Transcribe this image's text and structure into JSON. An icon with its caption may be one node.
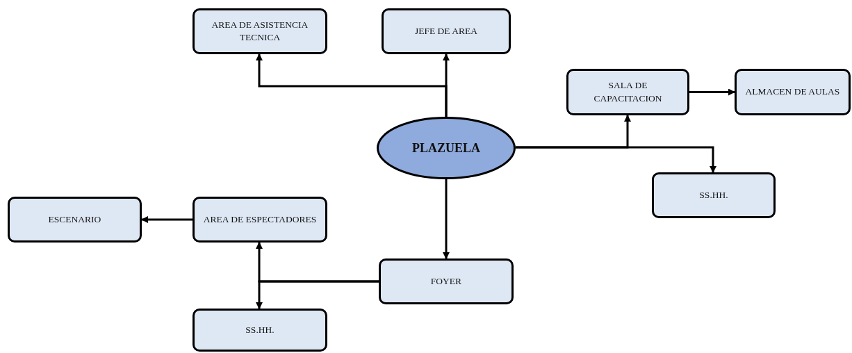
{
  "diagram": {
    "nodes": [
      {
        "text": [
          "AREA DE ASISTENCIA TECNICA"
        ]
      },
      {
        "text": [
          "JEFE DE AREA"
        ]
      },
      {
        "text": [
          "SALA DE CAPACITACION"
        ]
      },
      {
        "text": [
          "ALMACEN DE AULAS"
        ]
      },
      {
        "text": [
          "PLAZUELA"
        ]
      },
      {
        "text": [
          "SS.HH."
        ]
      },
      {
        "text": [
          "ESCENARIO"
        ]
      },
      {
        "text": [
          "AREA DE ESPECTADORES"
        ]
      },
      {
        "text": [
          "FOYER"
        ]
      },
      {
        "text": [
          "SS.HH."
        ]
      }
    ],
    "edges": [
      {
        "from": 4,
        "to": 1,
        "arrow": "to"
      },
      {
        "from": 4,
        "to": 0,
        "arrow": "to"
      },
      {
        "from": 4,
        "to": 2,
        "arrow": "to"
      },
      {
        "from": 4,
        "to": 5,
        "arrow": "to"
      },
      {
        "from": 2,
        "to": 3,
        "arrow": "to"
      },
      {
        "from": 4,
        "to": 8,
        "arrow": "to"
      },
      {
        "from": 7,
        "to": 6,
        "arrow": "to"
      },
      {
        "from": 8,
        "to": 7,
        "arrow": "to"
      },
      {
        "from": 8,
        "to": 9,
        "arrow": "to"
      }
    ]
  }
}
